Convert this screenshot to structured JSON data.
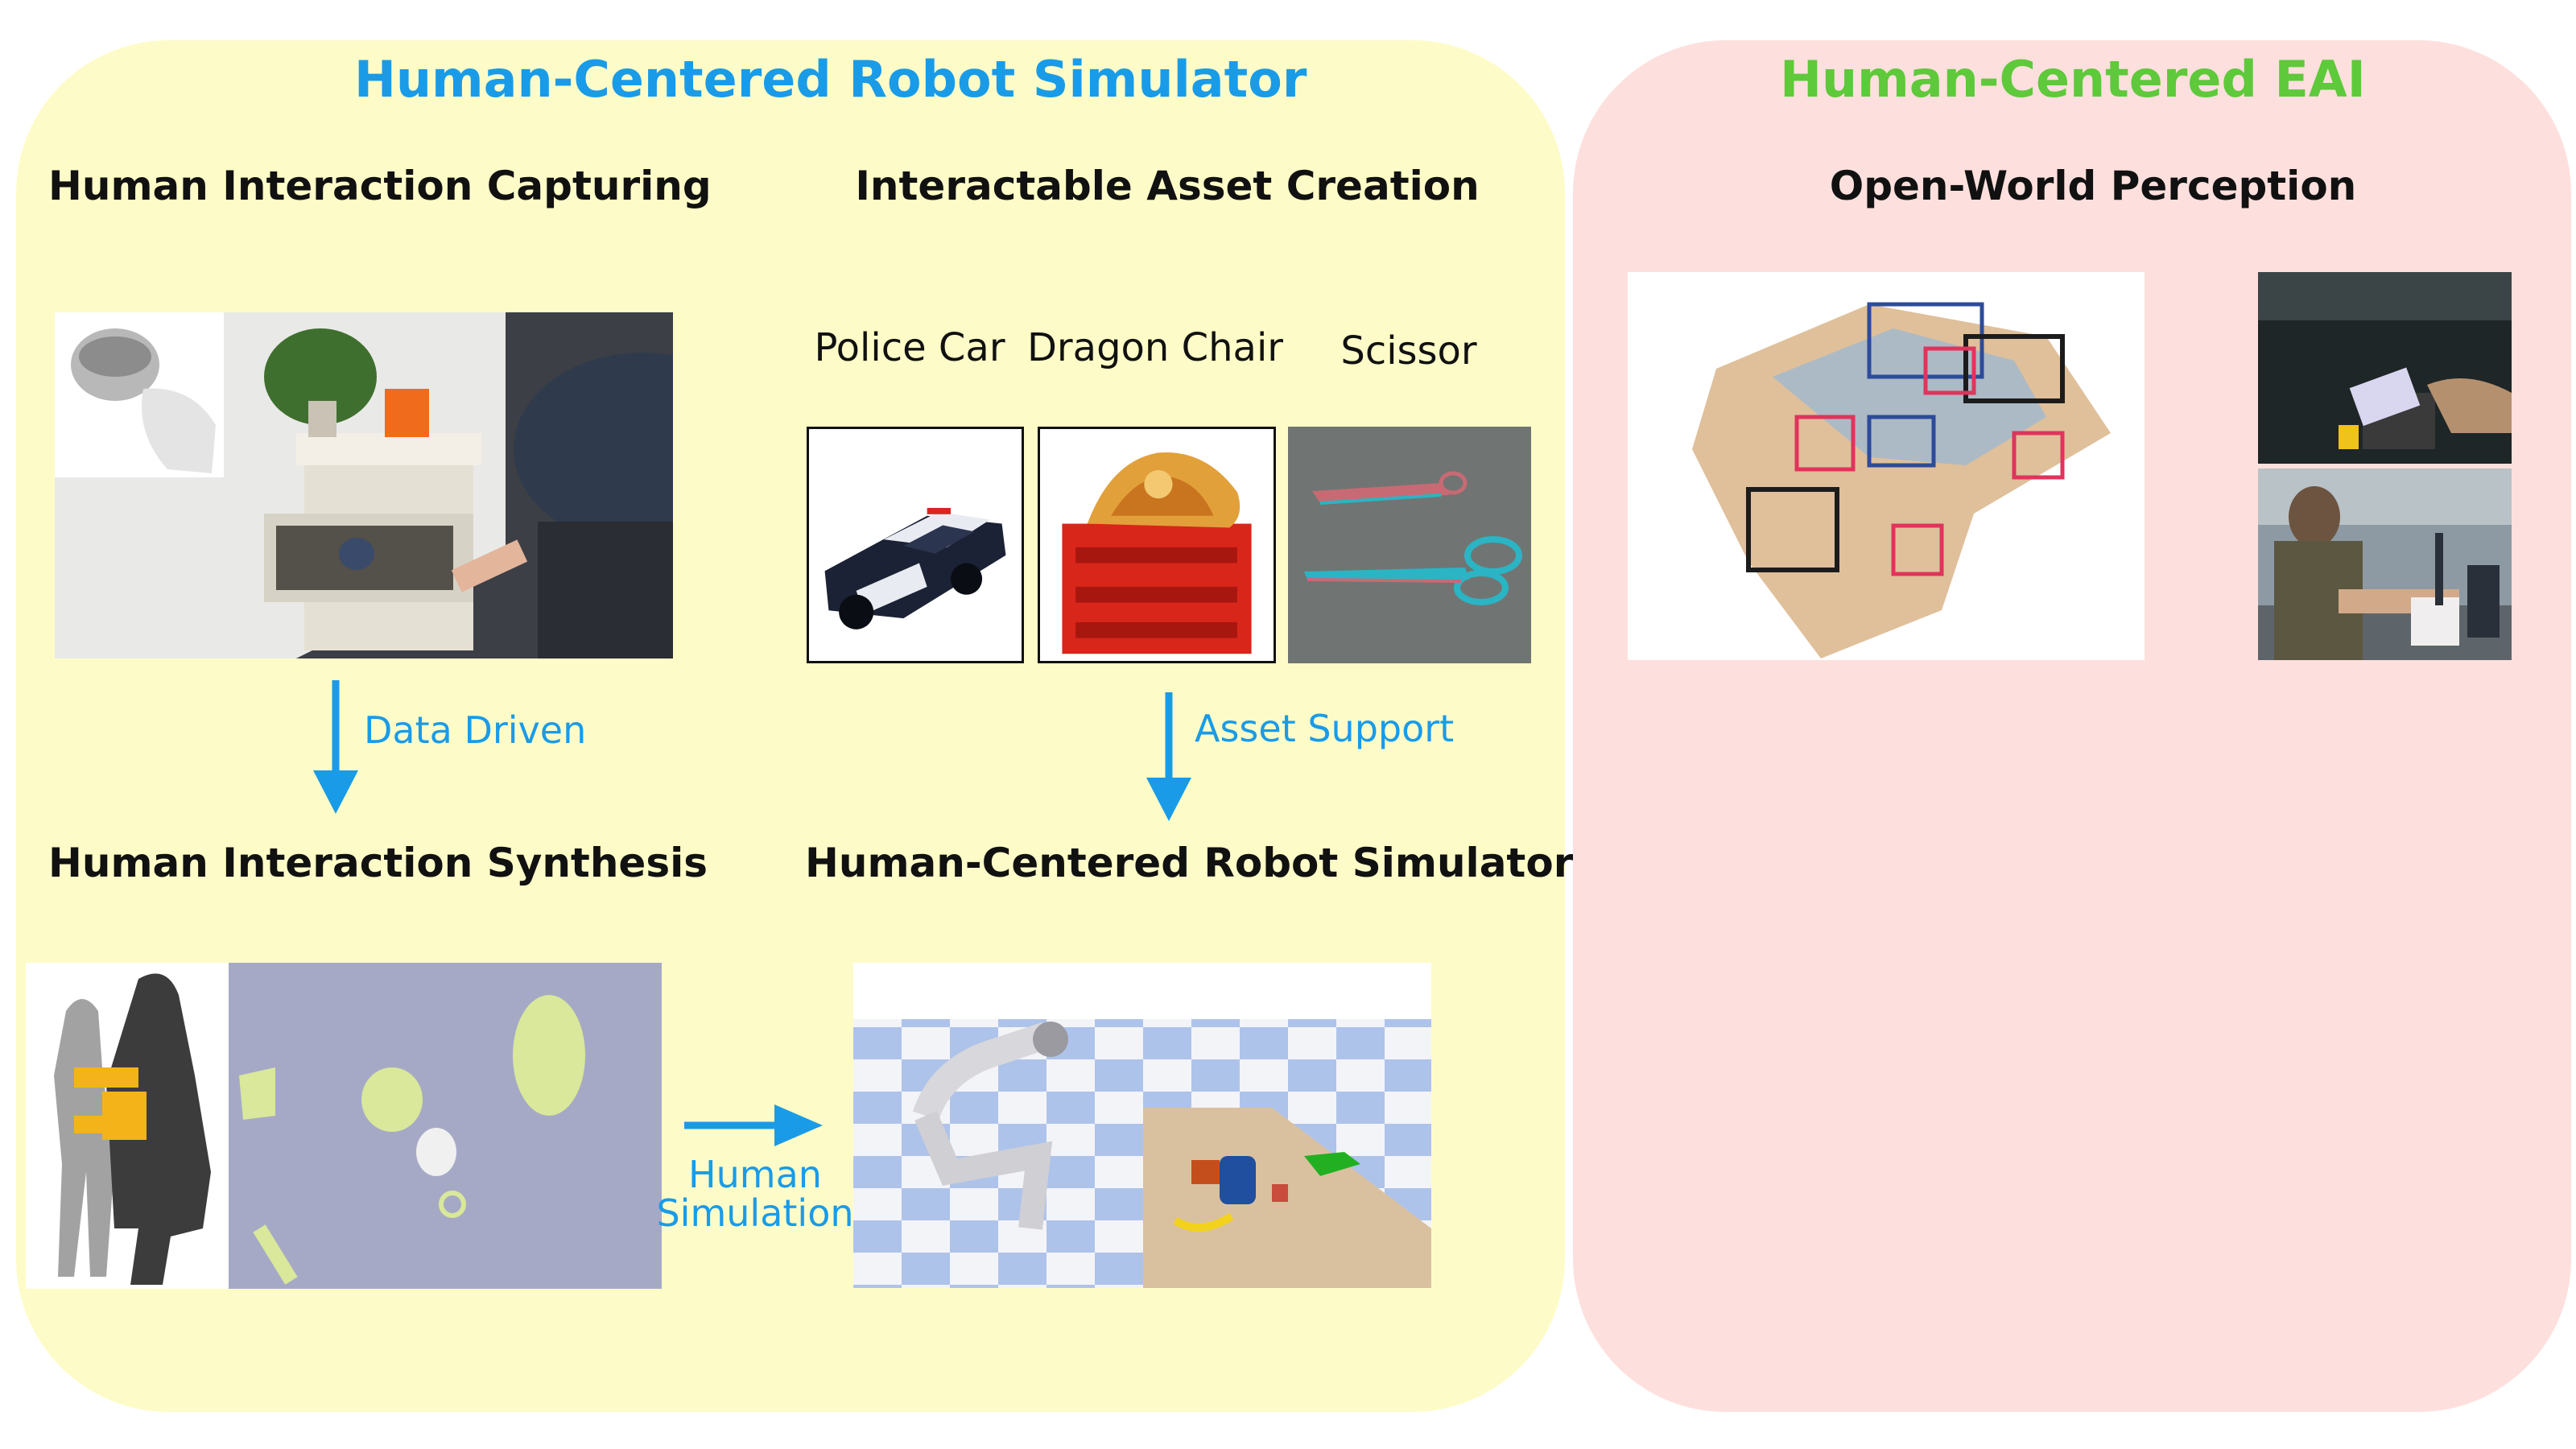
{
  "left_panel": {
    "title": "Human-Centered Robot Simulator",
    "title_color": "#1a9be8",
    "bg_color": "#fdfcc8",
    "capture": {
      "heading": "Human Interaction Capturing"
    },
    "asset_creation": {
      "heading": "Interactable Asset Creation",
      "assets": [
        {
          "label": "Police Car"
        },
        {
          "label": "Dragon Chair"
        },
        {
          "label": "Scissor"
        }
      ]
    },
    "arrows": {
      "data_driven": "Data Driven",
      "asset_support": "Asset Support",
      "human_sim_line1": "Human",
      "human_sim_line2": "Simulation",
      "color": "#1a9be8"
    },
    "synthesis": {
      "heading": "Human Interaction Synthesis"
    },
    "simulator": {
      "heading": "Human-Centered Robot Simulator"
    }
  },
  "right_panel": {
    "title": "Human-Centered EAI",
    "title_color": "#5ec93a",
    "bg_color": "#fde0dd",
    "perception": {
      "heading": "Open-World Perception"
    }
  }
}
